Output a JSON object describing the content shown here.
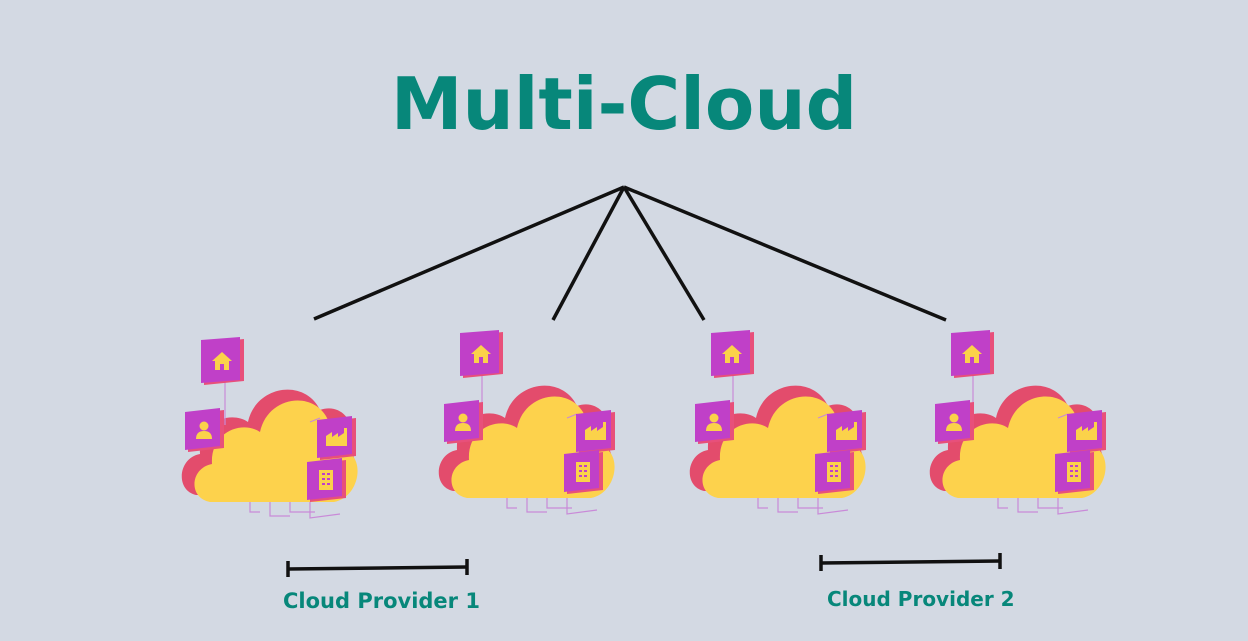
{
  "title": "Multi-Cloud",
  "providers": [
    {
      "label": "Cloud Provider 1"
    },
    {
      "label": "Cloud Provider 2"
    }
  ],
  "cloud_nodes": [
    {
      "icons": [
        "home-icon",
        "user-icon",
        "factory-icon",
        "server-icon"
      ]
    },
    {
      "icons": [
        "home-icon",
        "user-icon",
        "factory-icon",
        "server-icon"
      ]
    },
    {
      "icons": [
        "home-icon",
        "user-icon",
        "factory-icon",
        "server-icon"
      ]
    },
    {
      "icons": [
        "home-icon",
        "user-icon",
        "factory-icon",
        "server-icon"
      ]
    }
  ],
  "colors": {
    "background": "#d3d9e3",
    "title": "#07877a",
    "cloud_fill": "#fdd24c",
    "cloud_side": "#e34c6c",
    "tile_front": "#c040c8",
    "tile_side": "#e8507a",
    "connector": "#111111"
  }
}
